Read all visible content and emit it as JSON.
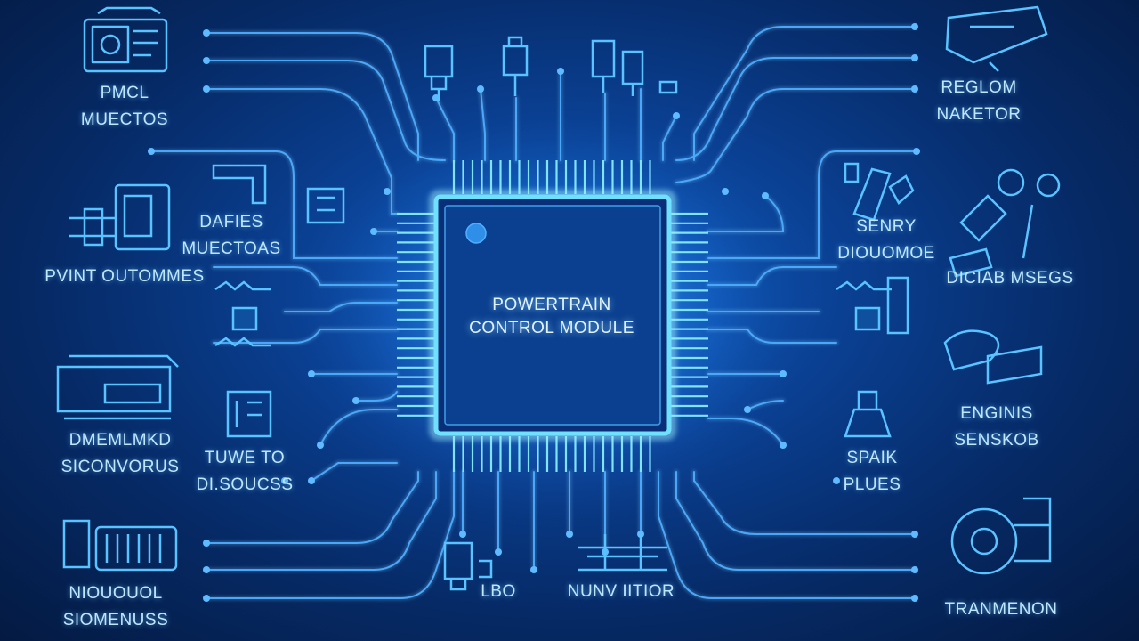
{
  "chip": {
    "title_line1": "POWERTRAIN",
    "title_line2": "CONTROL MODULE"
  },
  "labels": {
    "fuel_injectors": {
      "line1": "PMCL",
      "line2": "MUECTOS"
    },
    "fuel_injectors_2": {
      "line1": "DAFIES",
      "line2": "MUECTOAS"
    },
    "pump_controls": {
      "line1": "PVINT OUTOMMES",
      "line2": ""
    },
    "emission_controls": {
      "line1": "DMEMLMKD",
      "line2": "SICONVORUS"
    },
    "tune_to": {
      "line1": "TUWE TO",
      "line2": "DI.SOUCSS"
    },
    "injection_solenoids": {
      "line1": "NIOUOUOL",
      "line2": "SIOMENUSS"
    },
    "bottom_lbo": {
      "line1": "LBO",
      "line2": ""
    },
    "bottom_nav": {
      "line1": "NUNV IITIOR",
      "line2": ""
    },
    "regulator": {
      "line1": "REGLOM",
      "line2": "NAKETOR"
    },
    "sensor_outcomes": {
      "line1": "SENRY",
      "line2": "DIOUOMOE"
    },
    "diagnostics": {
      "line1": "DICIAB MSEGS",
      "line2": ""
    },
    "engine_sensor": {
      "line1": "ENGINIS",
      "line2": "SENSKOB"
    },
    "spark_plugs": {
      "line1": "SPAIK",
      "line2": "PLUES"
    },
    "transmission": {
      "line1": "TRANMENON",
      "line2": ""
    }
  },
  "colors": {
    "trace": "#3fa0ff",
    "trace_bright": "#7fd6ff",
    "chip_fill": "#0b3f8f",
    "chip_border": "#6fe0ff",
    "icon": "#59c3ff"
  }
}
